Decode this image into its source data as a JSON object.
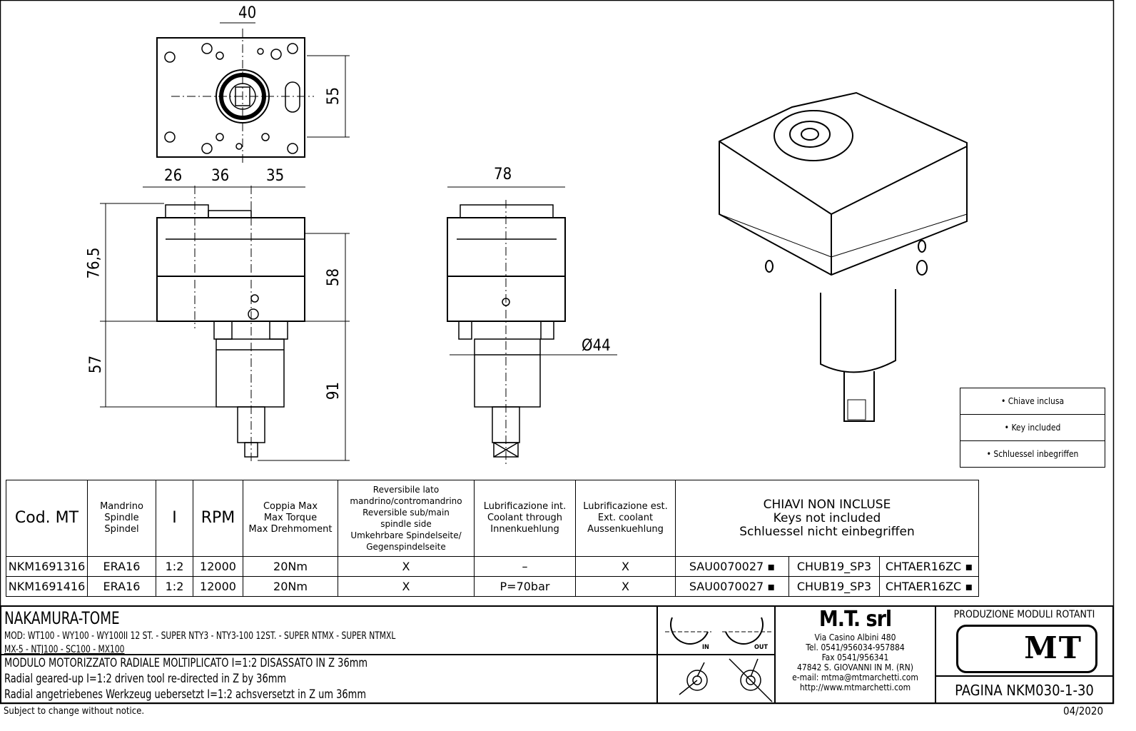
{
  "dimensions": {
    "top_width": "40",
    "top_height": "55",
    "side_a": "26",
    "side_b": "36",
    "side_c": "35",
    "height_upper": "76,5",
    "height_body": "58",
    "height_lower": "57",
    "height_shaft": "91",
    "front_width": "78",
    "diameter": "Ø44"
  },
  "key_legend": [
    "• Chiave inclusa",
    "• Key included",
    "• Schluessel inbegriffen"
  ],
  "table": {
    "headers": [
      "Cod. MT",
      "Mandrino\nSpindle\nSpindel",
      "I",
      "RPM",
      "Coppia Max\nMax Torque\nMax Drehmoment",
      "Reversibile lato\nmandrino/contromandrino\nReversible sub/main\nspindle side\nUmkehrbare Spindelseite/\nGegenspindelseite",
      "Lubrificazione int.\nCoolant through\nInnenkuehlung",
      "Lubrificazione est.\nExt. coolant\nAussenkuehlung",
      "CHIAVI NON INCLUSE\nKeys not included\nSchluessel nicht einbegriffen"
    ],
    "rows": [
      [
        "NKM1691316",
        "ERA16",
        "1:2",
        "12000",
        "20Nm",
        "X",
        "–",
        "X",
        "SAU0070027 ▪",
        "CHUB19_SP3",
        "CHTAER16ZC ▪"
      ],
      [
        "NKM1691416",
        "ERA16",
        "1:2",
        "12000",
        "20Nm",
        "X",
        "P=70bar",
        "X",
        "SAU0070027 ▪",
        "CHUB19_SP3",
        "CHTAER16ZC ▪"
      ]
    ]
  },
  "title_block": {
    "brand": "NAKAMURA-TOME",
    "models_1": "MOD: WT100 - WY100 - WY100II 12 ST. - SUPER NTY3 - NTY3-100 12ST. - SUPER NTMX - SUPER NTMXL",
    "models_2": "MX-5 - NTJ100 - SC100 - MX100",
    "desc_it": "MODULO MOTORIZZATO RADIALE MOLTIPLICATO I=1:2 DISASSATO IN Z 36mm",
    "desc_en": "Radial geared-up I=1:2 driven tool re-directed in Z by 36mm",
    "desc_de": "Radial angetriebenes Werkzeug uebersetzt I=1:2 achsversetzt in Z um 36mm",
    "rot_in": "IN",
    "rot_out": "OUT"
  },
  "company": {
    "name": "M.T. srl",
    "address": "Via Casino Albini 480",
    "tel": "Tel. 0541/956034-957884",
    "fax": "Fax 0541/956341",
    "city": "47842 S. GIOVANNI IN M. (RN)",
    "email": "e-mail: mtma@mtmarchetti.com",
    "web": "http://www.mtmarchetti.com"
  },
  "production": {
    "title": "PRODUZIONE MODULI ROTANTI",
    "logo": "MT",
    "page": "PAGINA NKM030-1-30"
  },
  "footer": {
    "notice": "Subject to change without notice.",
    "date": "04/2020"
  }
}
